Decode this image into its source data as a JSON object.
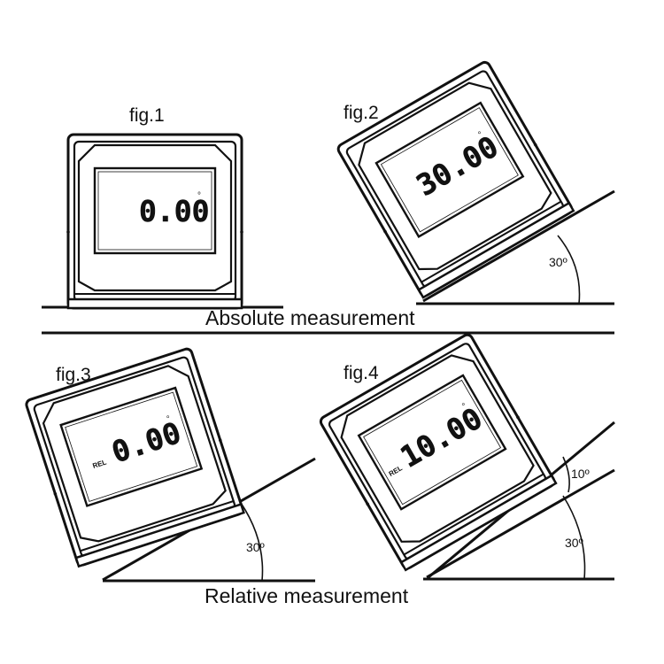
{
  "sections": {
    "absolute_title": "Absolute measurement",
    "relative_title": "Relative measurement"
  },
  "figures": [
    {
      "label": "fig.1",
      "reading": "0.00",
      "degree_mark": "°",
      "rel_label": ""
    },
    {
      "label": "fig.2",
      "reading": "30.00",
      "degree_mark": "°",
      "rel_label": "",
      "angle_label": "30º"
    },
    {
      "label": "fig.3",
      "reading": "0.00",
      "degree_mark": "°",
      "rel_label": "REL",
      "angle_label": "30º"
    },
    {
      "label": "fig.4",
      "reading": "10.00",
      "degree_mark": "°",
      "rel_label": "REL",
      "angle_label": "30º",
      "angle_label_2": "10º"
    }
  ],
  "colors": {
    "line": "#111111",
    "background": "#ffffff"
  }
}
